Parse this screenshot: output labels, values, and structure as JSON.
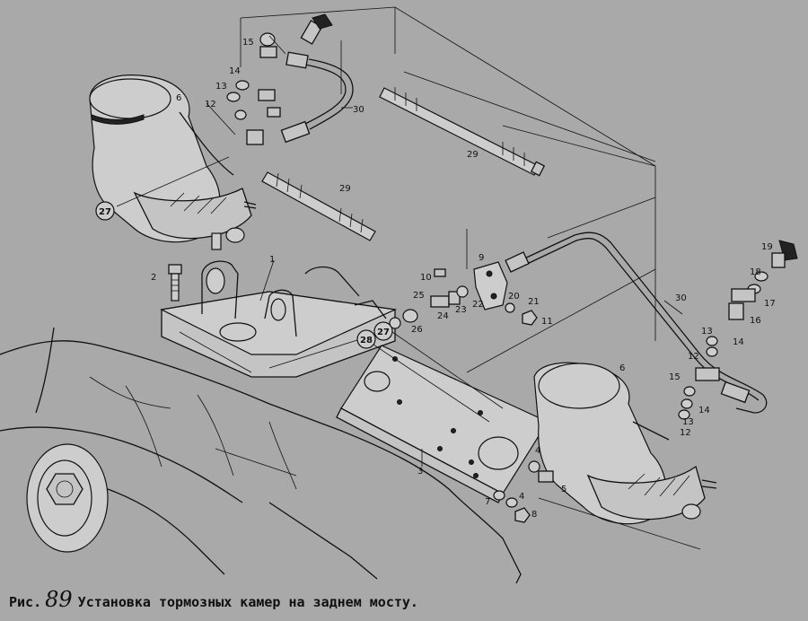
{
  "figure": {
    "caption_prefix": "Рис.",
    "caption_number": "89",
    "caption_text": "Установка тормозных камер на заднем мосту."
  },
  "labels": {
    "l1": "1",
    "l2": "2",
    "l3": "3",
    "l4a": "4",
    "l4b": "4",
    "l5": "5",
    "l6a": "6",
    "l6b": "6",
    "l7": "7",
    "l8": "8",
    "l9": "9",
    "l10": "10",
    "l11": "11",
    "l12a": "12",
    "l12b": "12",
    "l12c": "12",
    "l13a": "13",
    "l13b": "13",
    "l13c": "13",
    "l14a": "14",
    "l14b": "14",
    "l14c": "14",
    "l15a": "15",
    "l15b": "15",
    "l16": "16",
    "l17": "17",
    "l18": "18",
    "l19": "19",
    "l20": "20",
    "l21": "21",
    "l22": "22",
    "l23": "23",
    "l24": "24",
    "l25": "25",
    "l26": "26",
    "l27a": "27",
    "l27b": "27",
    "l28": "28",
    "l29a": "29",
    "l29b": "29",
    "l30a": "30",
    "l30b": "30"
  }
}
